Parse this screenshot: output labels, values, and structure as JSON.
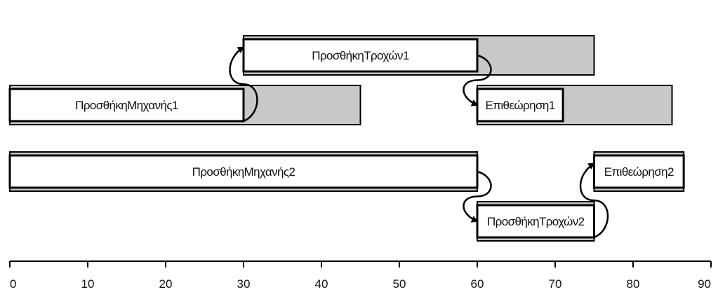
{
  "chart_data": {
    "type": "gantt",
    "xlim": [
      0,
      90
    ],
    "xticks": [
      0,
      10,
      20,
      30,
      40,
      50,
      60,
      70,
      80,
      90
    ],
    "colors": {
      "window": "#c8c8c8",
      "task": "#ffffff",
      "outline": "#000000",
      "arrow": "#000000"
    },
    "rows": [
      {
        "windows": [
          {
            "start": 0,
            "end": 45
          }
        ],
        "tasks": [
          {
            "id": "pm1",
            "label": "ΠροσθήκηΜηχανής1",
            "start": 0,
            "end": 30
          }
        ]
      },
      {
        "windows": [
          {
            "start": 30,
            "end": 75
          }
        ],
        "tasks": [
          {
            "id": "pt1",
            "label": "ΠροσθήκηΤροχών1",
            "start": 30,
            "end": 60
          }
        ]
      },
      {
        "windows": [
          {
            "start": 60,
            "end": 85
          }
        ],
        "tasks": [
          {
            "id": "ep1",
            "label": "Επιθεώρηση1",
            "start": 60,
            "end": 71
          }
        ]
      },
      {
        "windows": [
          {
            "start": 0,
            "end": 60
          }
        ],
        "tasks": [
          {
            "id": "pm2",
            "label": "ΠροσθήκηΜηχανής2",
            "start": 0,
            "end": 60
          }
        ]
      },
      {
        "windows": [
          {
            "start": 75,
            "end": 86.5
          }
        ],
        "tasks": [
          {
            "id": "ep2",
            "label": "Επιθεώρηση2",
            "start": 75,
            "end": 86.5
          }
        ]
      },
      {
        "windows": [
          {
            "start": 60,
            "end": 75
          }
        ],
        "tasks": [
          {
            "id": "pt2",
            "label": "ΠροσθήκηΤροχών2",
            "start": 60,
            "end": 75
          }
        ]
      }
    ],
    "precedences": [
      {
        "from": "pm1",
        "to": "pt1"
      },
      {
        "from": "pt1",
        "to": "ep1"
      },
      {
        "from": "pm2",
        "to": "pt2"
      },
      {
        "from": "pt2",
        "to": "ep2"
      }
    ]
  }
}
